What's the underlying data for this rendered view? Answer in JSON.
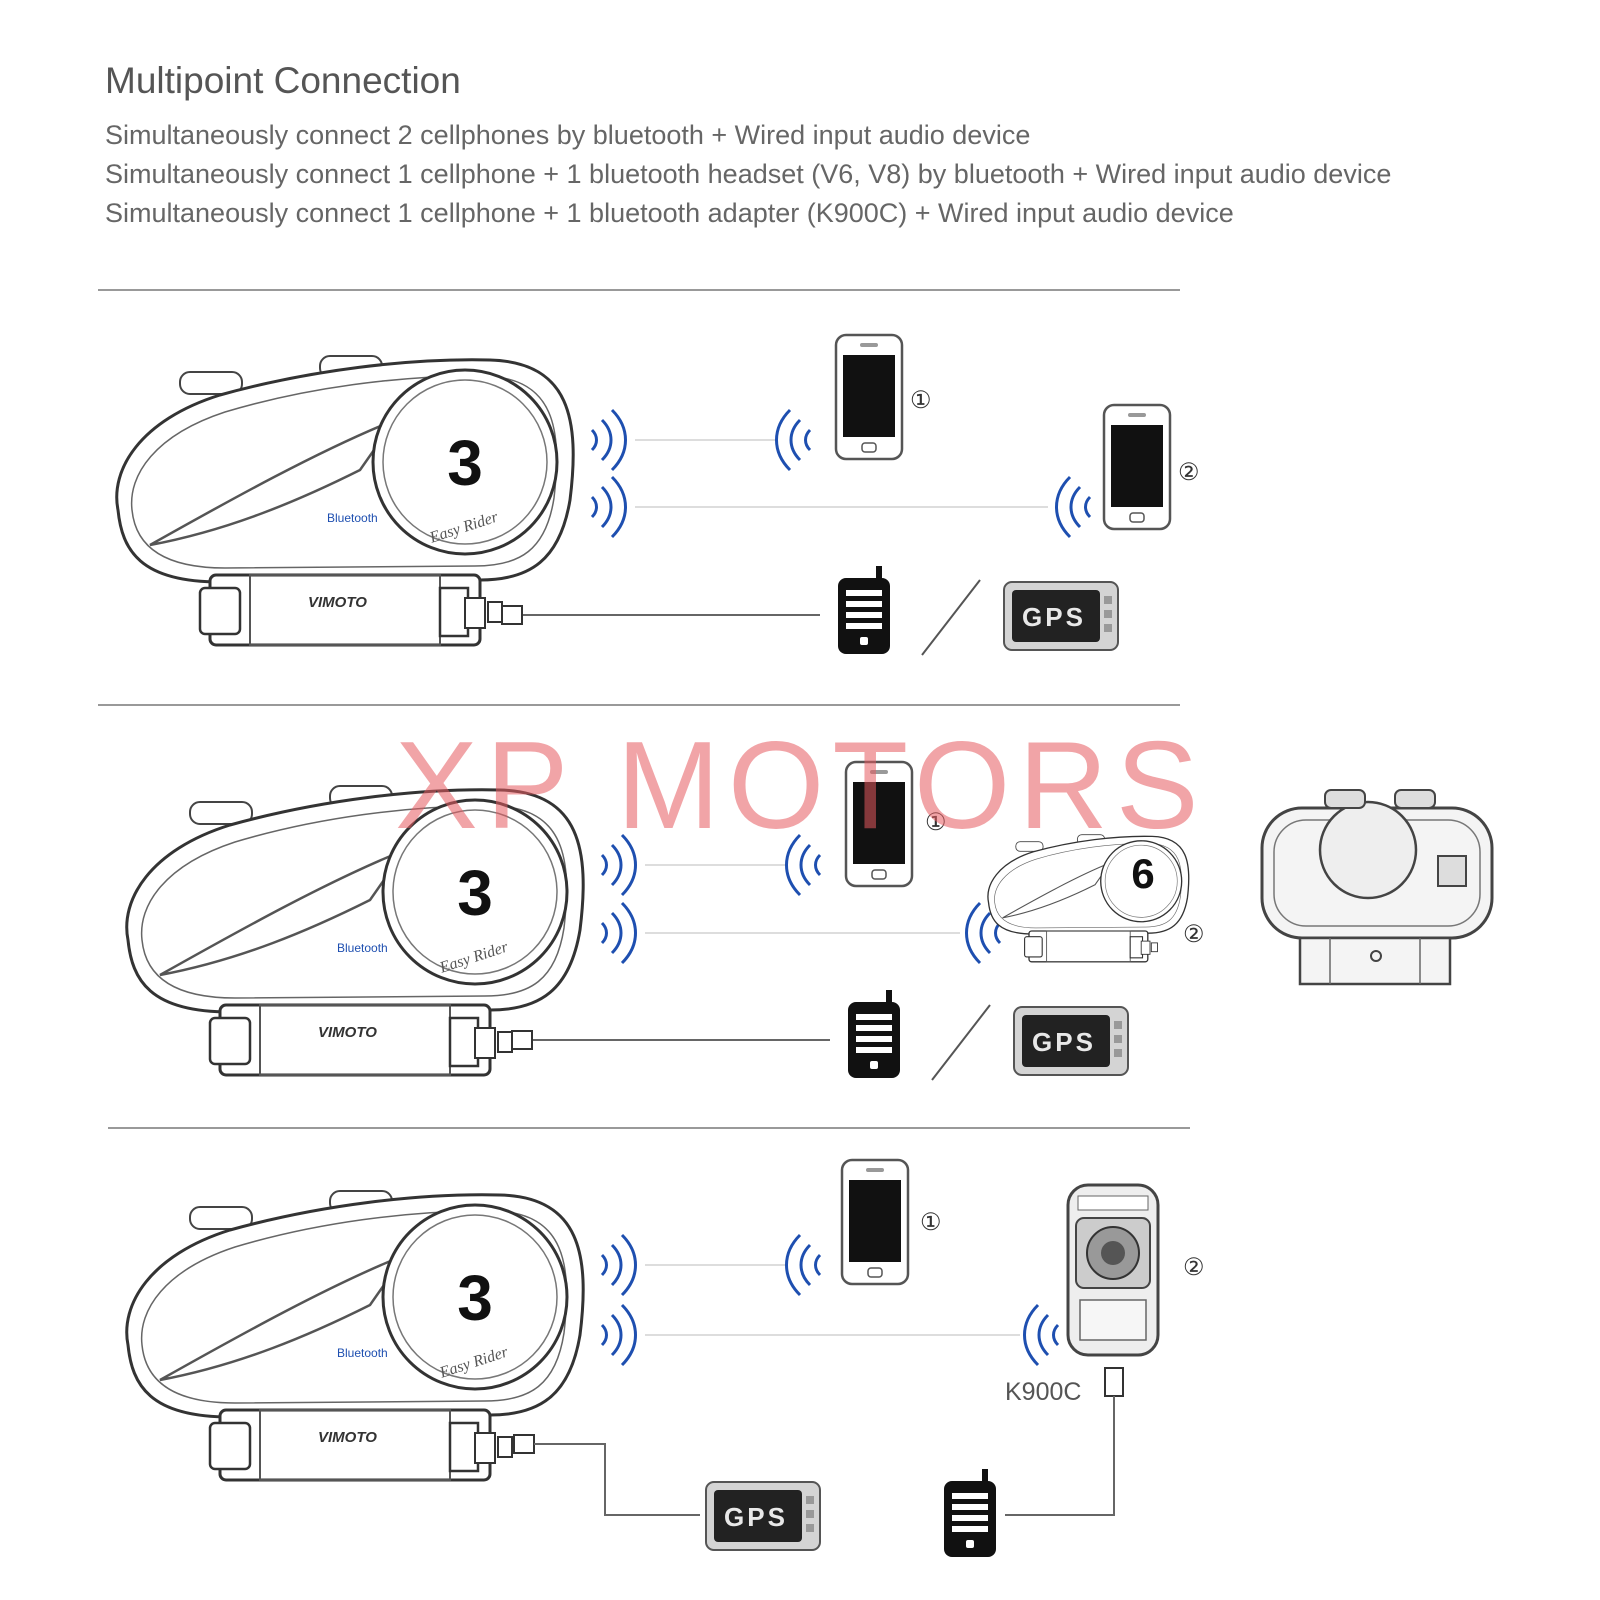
{
  "header": {
    "title": "Multipoint Connection",
    "lines": [
      "Simultaneously connect 2 cellphones by bluetooth + Wired input audio device",
      "Simultaneously connect 1 cellphone + 1 bluetooth headset (V6, V8) by bluetooth + Wired input audio device",
      "Simultaneously connect 1 cellphone + 1 bluetooth adapter (K900C) + Wired input audio device"
    ]
  },
  "device": {
    "model_number": "3",
    "brand": "VIMOTO",
    "bluetooth_label": "Bluetooth",
    "tagline": "Easy Rider",
    "headset_number": "6"
  },
  "markers": {
    "one": "①",
    "two": "②"
  },
  "gps_label": "GPS",
  "adapter_label": "K900C",
  "watermark": "XP MOTORS"
}
